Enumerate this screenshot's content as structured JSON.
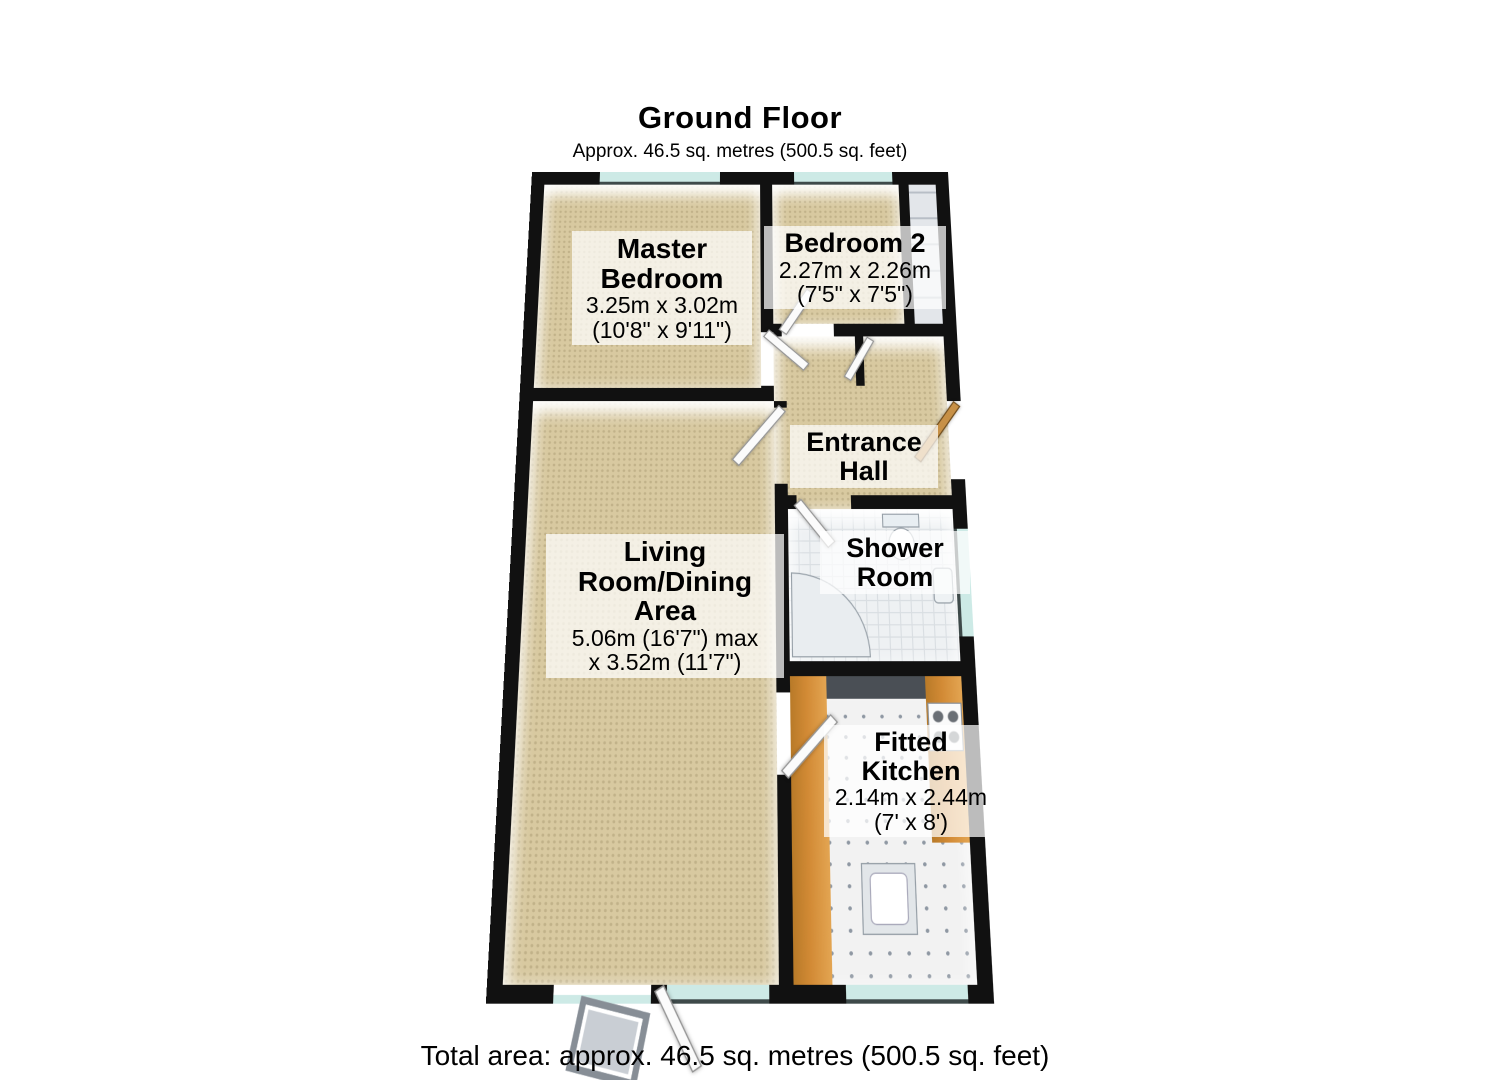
{
  "header": {
    "title": "Ground Floor",
    "subtitle": "Approx. 46.5 sq. metres (500.5 sq. feet)"
  },
  "footer": {
    "total_area": "Total area: approx. 46.5 sq. metres (500.5 sq. feet)"
  },
  "rooms": {
    "master_bedroom": {
      "line1": "Master",
      "line2": "Bedroom",
      "dims1": "3.25m x 3.02m",
      "dims2": "(10'8\" x 9'11\")"
    },
    "bedroom2": {
      "line1": "Bedroom 2",
      "dims1": "2.27m x 2.26m",
      "dims2": "(7'5\" x 7'5\")"
    },
    "entrance_hall": {
      "line1": "Entrance",
      "line2": "Hall"
    },
    "shower_room": {
      "line1": "Shower",
      "line2": "Room"
    },
    "living_room": {
      "line1": "Living",
      "line2": "Room/Dining",
      "line3": "Area",
      "dims1": "5.06m (16'7\") max",
      "dims2": "x 3.52m (11'7\")"
    },
    "fitted_kitchen": {
      "line1": "Fitted",
      "line2": "Kitchen",
      "dims1": "2.14m x 2.44m",
      "dims2": "(7' x 8')"
    }
  },
  "colors": {
    "wall": "#111111",
    "carpet": "#d8c9a0",
    "window_glass": "#cdeae6",
    "kitchen_counter": "#d28a35",
    "front_door_wood": "#c79046",
    "floor_tile": "#f2f2f2"
  }
}
